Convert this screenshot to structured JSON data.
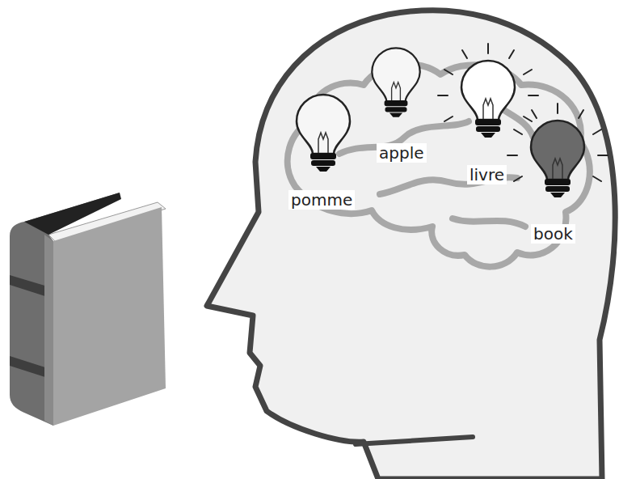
{
  "diagram": {
    "labels": [
      "pomme",
      "apple",
      "livre",
      "book"
    ]
  }
}
